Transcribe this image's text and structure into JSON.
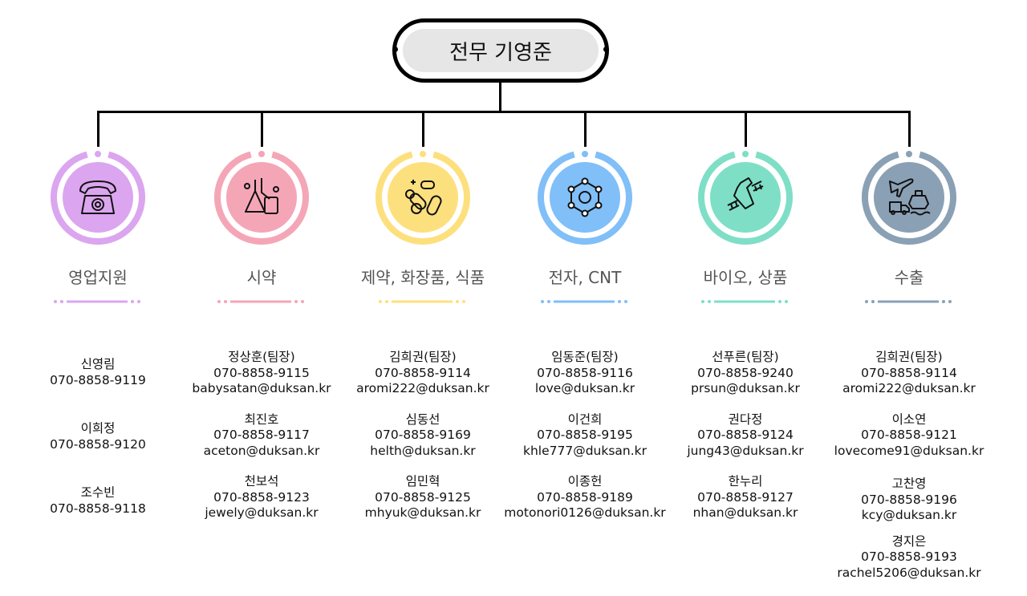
{
  "head": {
    "title": "전무 기영준"
  },
  "departments": [
    {
      "name": "영업지원",
      "color": "#dba5ef",
      "icon": "telephone-icon",
      "contacts_top": "441",
      "contacts": [
        {
          "name": "신영림",
          "phone": "070-8858-9119"
        },
        {
          "name": "이희정",
          "phone": "070-8858-9120"
        },
        {
          "name": "조수빈",
          "phone": "070-8858-9118"
        }
      ]
    },
    {
      "name": "시약",
      "color": "#f4a6b7",
      "icon": "flask-icon",
      "contacts": [
        {
          "name": "정상훈(팀장)",
          "phone": "070-8858-9115",
          "email": "babysatan@duksan.kr"
        },
        {
          "name": "최진호",
          "phone": "070-8858-9117",
          "email": "aceton@duksan.kr"
        },
        {
          "name": "천보석",
          "phone": "070-8858-9123",
          "email": "jewely@duksan.kr"
        }
      ]
    },
    {
      "name": "제약, 화장품, 식품",
      "color": "#fde07e",
      "icon": "pills-icon",
      "contacts": [
        {
          "name": "김희권(팀장)",
          "phone": "070-8858-9114",
          "email": "aromi222@duksan.kr"
        },
        {
          "name": "심동선",
          "phone": "070-8858-9169",
          "email": "helth@duksan.kr"
        },
        {
          "name": "임민혁",
          "phone": "070-8858-9125",
          "email": "mhyuk@duksan.kr"
        }
      ]
    },
    {
      "name": "전자, CNT",
      "color": "#80bff8",
      "icon": "molecule-icon",
      "contacts": [
        {
          "name": "임동준(팀장)",
          "phone": "070-8858-9116",
          "email": "love@duksan.kr"
        },
        {
          "name": "이건희",
          "phone": "070-8858-9195",
          "email": "khle777@duksan.kr"
        },
        {
          "name": "이종헌",
          "phone": "070-8858-9189",
          "email": "motonori0126@duksan.kr"
        }
      ]
    },
    {
      "name": "바이오, 상품",
      "color": "#7edfc6",
      "icon": "dna-flask-icon",
      "contacts": [
        {
          "name": "선푸른(팀장)",
          "phone": "070-8858-9240",
          "email": "prsun@duksan.kr"
        },
        {
          "name": "권다정",
          "phone": "070-8858-9124",
          "email": "jung43@duksan.kr"
        },
        {
          "name": "한누리",
          "phone": "070-8858-9127",
          "email": "nhan@duksan.kr"
        }
      ]
    },
    {
      "name": "수출",
      "color": "#8aa0b5",
      "icon": "export-transport-icon",
      "contacts": [
        {
          "name": "김희권(팀장)",
          "phone": "070-8858-9114",
          "email": "aromi222@duksan.kr"
        },
        {
          "name": "이소연",
          "phone": "070-8858-9121",
          "email": "lovecome91@duksan.kr"
        },
        {
          "name": "고찬영",
          "phone": "070-8858-9196",
          "email": "kcy@duksan.kr"
        },
        {
          "name": "경지은",
          "phone": "070-8858-9193",
          "email": "rachel5206@duksan.kr"
        }
      ]
    }
  ]
}
